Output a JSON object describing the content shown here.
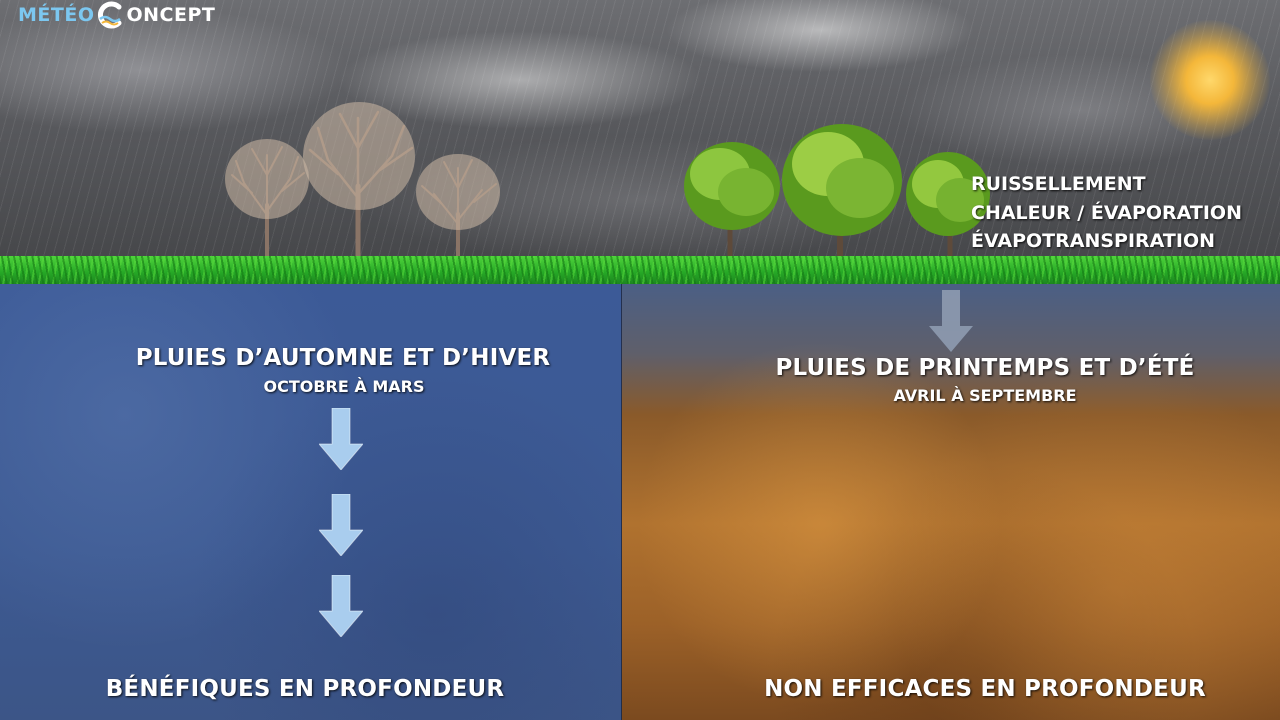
{
  "logo": {
    "part1": "MÉTÉO",
    "part2": "ONCEPT",
    "mark_icon": "meteo-concept-c-wave-logo"
  },
  "colors": {
    "sky": "#58595d",
    "grass": "#26a826",
    "winter_soil": "#3d5a93",
    "summer_soil": "#b0722f",
    "arrow_light": "#a9cdee",
    "arrow_muted": "#8e9bb0",
    "sun": "#f4b73a"
  },
  "left_panel": {
    "title": "PLUIES D’AUTOMNE ET D’HIVER",
    "subtitle": "OCTOBRE À MARS",
    "bottom": "BÉNÉFIQUES EN PROFONDEUR",
    "arrows": [
      "down-arrow-icon",
      "down-arrow-icon",
      "down-arrow-icon"
    ],
    "trees": "bare-trees"
  },
  "right_panel": {
    "title": "PLUIES DE PRINTEMPS ET D’ÉTÉ",
    "subtitle": "AVRIL À SEPTEMBRE",
    "bottom": "NON EFFICACES EN PROFONDEUR",
    "losses": [
      "RUISSELLEMENT",
      "CHALEUR / ÉVAPORATION",
      "ÉVAPOTRANSPIRATION"
    ],
    "arrows": [
      "down-arrow-icon"
    ],
    "trees": "leafy-trees"
  }
}
